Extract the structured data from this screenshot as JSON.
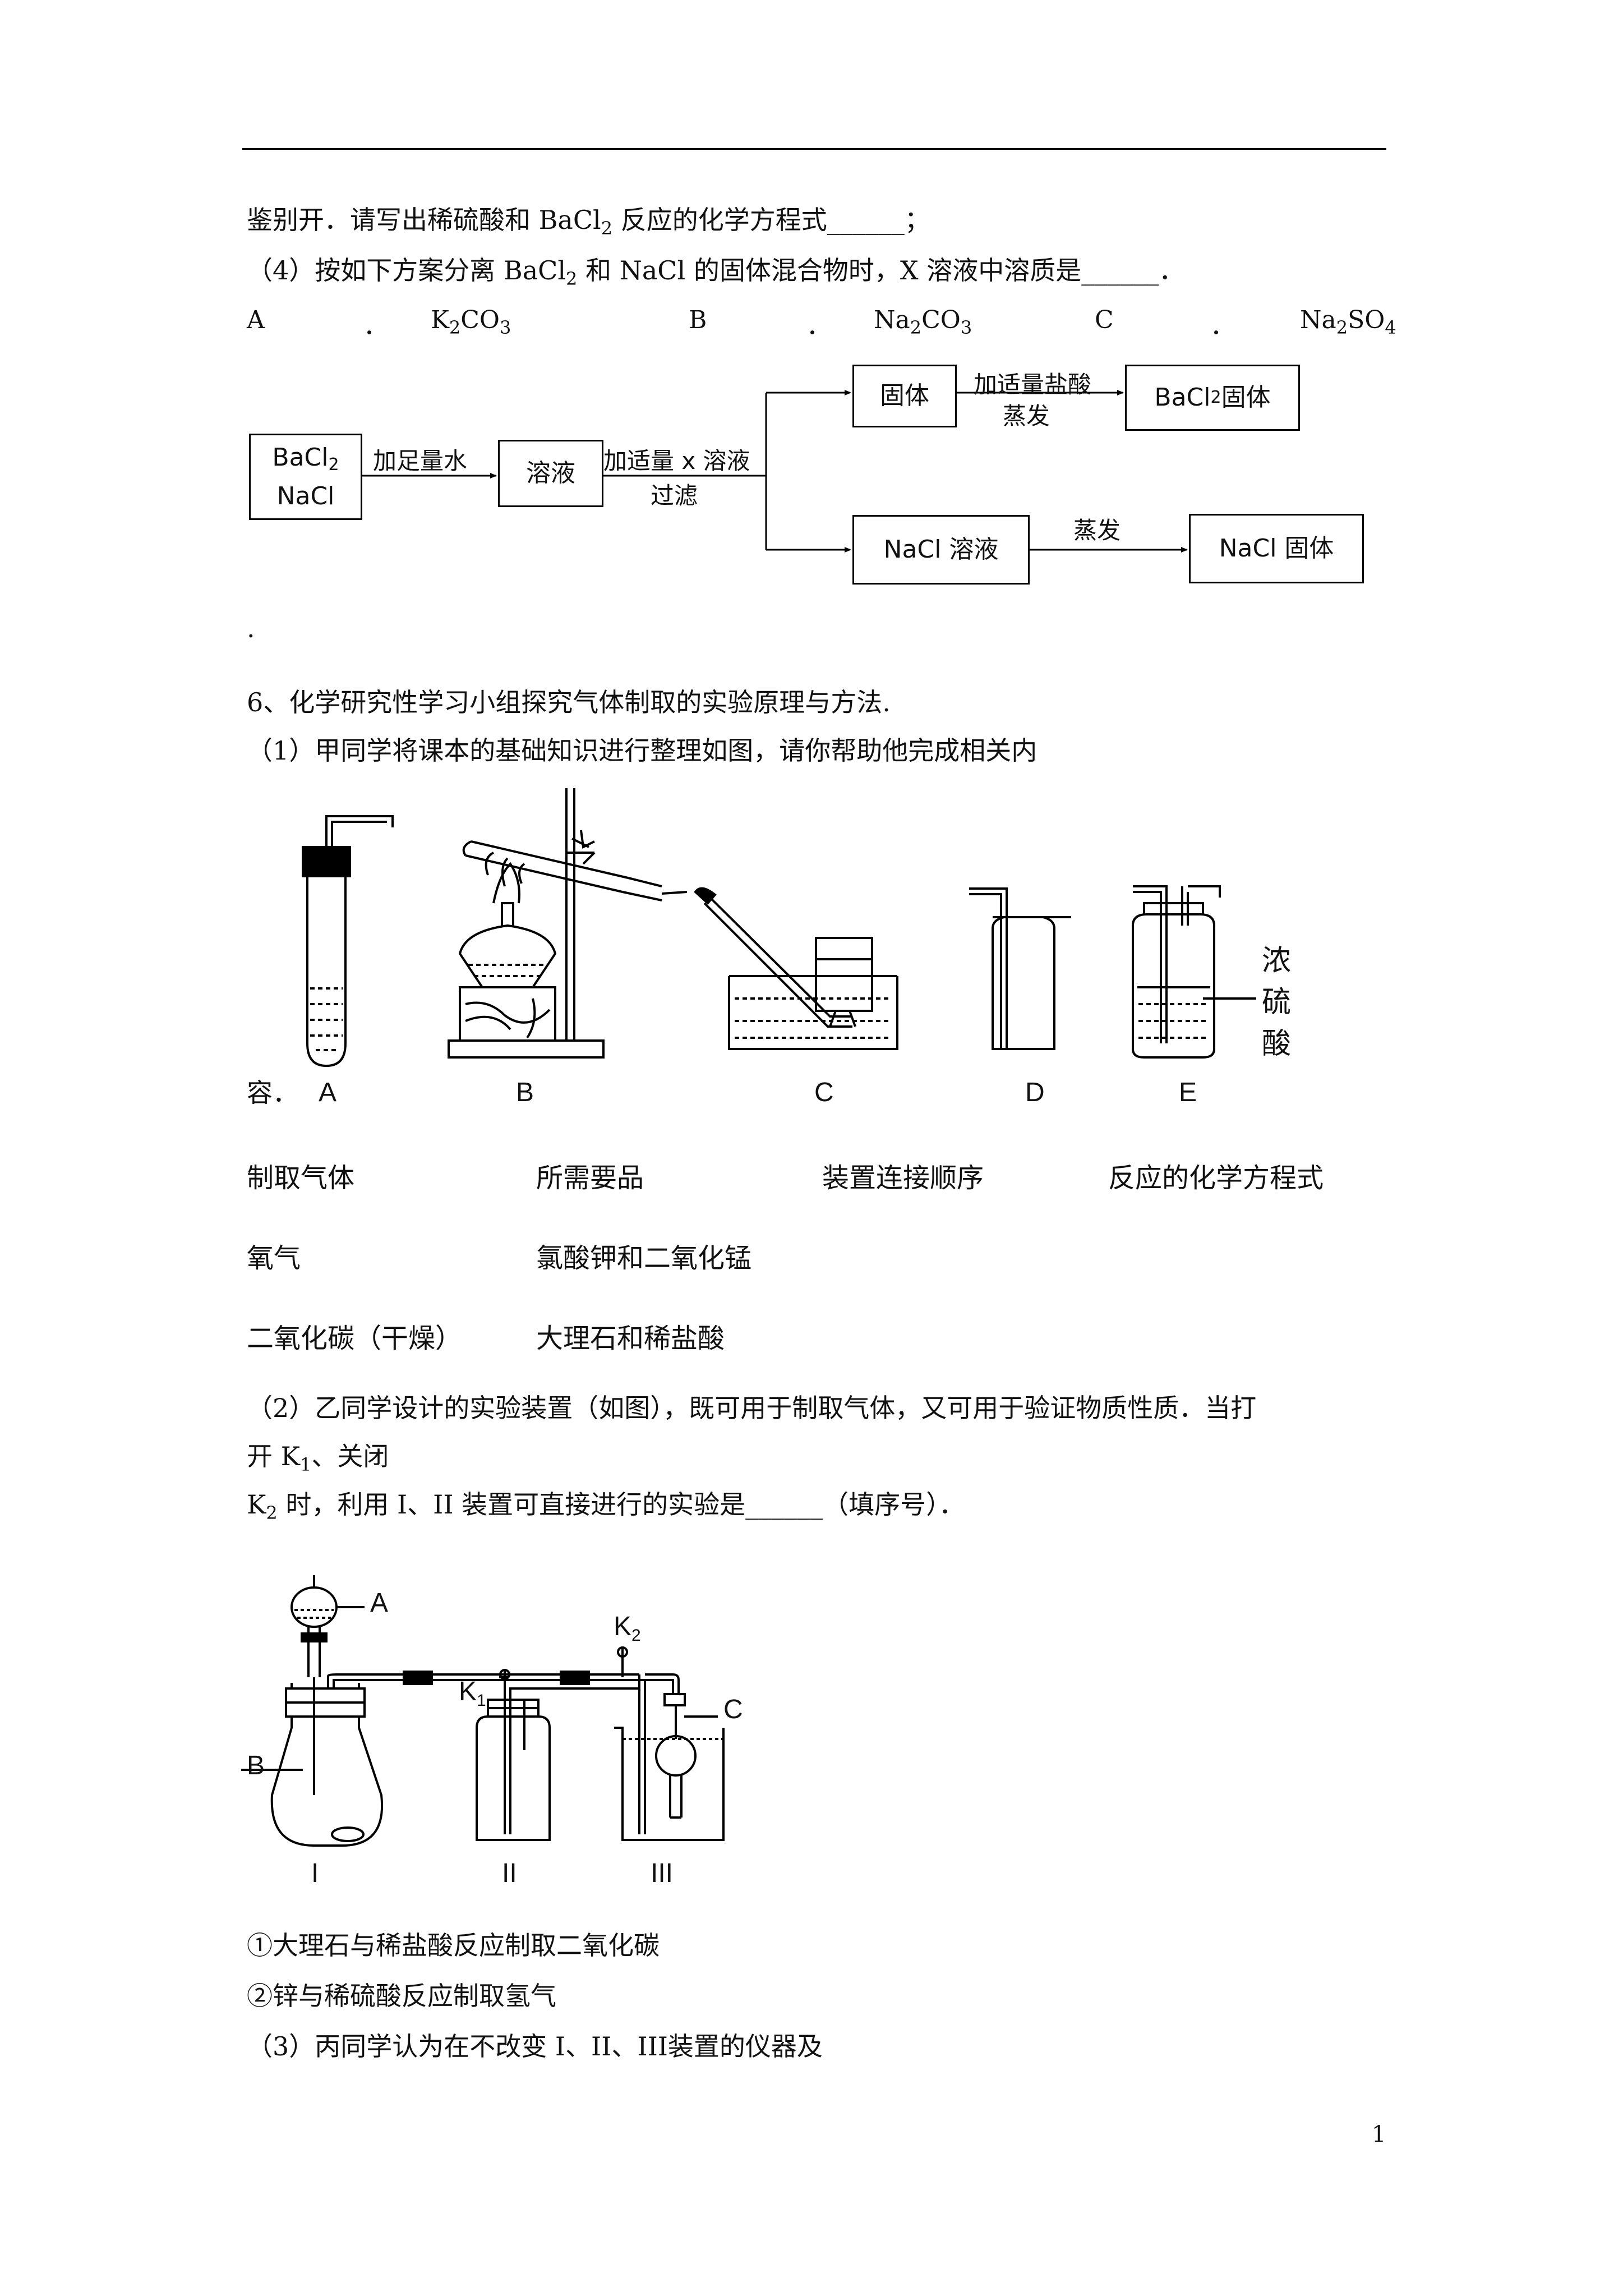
{
  "line1": {
    "pre": "鉴别开．请写出稀硫酸和 BaCl",
    "sub": "2",
    "post": " 反应的化学方程式______；"
  },
  "line2": {
    "pre": "（4）按如下方案分离 BaCl",
    "sub": "2",
    "post": " 和 NaCl 的固体混合物时，X 溶液中溶质是______．"
  },
  "options": {
    "a_letter": "A",
    "a_dot": "．",
    "a_formula": "K",
    "a_sub1": "2",
    "a_formula2": "CO",
    "a_sub2": "3",
    "b_letter": "B",
    "b_dot": "．",
    "b_formula": "Na",
    "b_sub1": "2",
    "b_formula2": "CO",
    "b_sub2": "3",
    "c_letter": "C",
    "c_dot": "．",
    "c_formula": "Na",
    "c_sub1": "2",
    "c_formula2": "SO",
    "c_sub2": "4"
  },
  "flow": {
    "start_line1": "BaCl",
    "start_sub": "2",
    "start_line2": "NaCl",
    "step1": "加足量水",
    "solution": "溶液",
    "step2_line1": "加适量 x 溶液",
    "step2_line2": "过滤",
    "solid": "固体",
    "step3_line1": "加适量盐酸",
    "step3_line2": "蒸发",
    "bacl2_solid_pre": "BaCl",
    "bacl2_solid_sub": "2",
    "bacl2_solid_post": " 固体",
    "nacl_solution": "NaCl 溶液",
    "step4": "蒸发",
    "nacl_solid": "NaCl 固体"
  },
  "period_line": ".",
  "q6_title": "6、化学研究性学习小组探究气体制取的实验原理与方法.",
  "q6_1": "（1）甲同学将课本的基础知识进行整理如图，请你帮助他完成相关内",
  "q6_1_cont": "容．",
  "apparatus_labels": [
    "A",
    "B",
    "C",
    "D",
    "E"
  ],
  "e_label": [
    "浓",
    "硫",
    "酸"
  ],
  "table": {
    "headers": [
      "制取气体",
      "所需要品",
      "装置连接顺序",
      "反应的化学方程式"
    ],
    "rows": [
      [
        "氧气",
        "氯酸钾和二氧化锰"
      ],
      [
        "二氧化碳（干燥）",
        "大理石和稀盐酸"
      ]
    ]
  },
  "q6_2_line1": "（2）乙同学设计的实验装置（如图），既可用于制取气体，又可用于验证物质性质．当打",
  "q6_2_line2_pre": "开 K",
  "q6_2_line2_sub": "1",
  "q6_2_line2_post": "、关闭",
  "q6_2_line3_pre": "K",
  "q6_2_line3_sub": "2",
  "q6_2_line3_post": " 时，利用 I、II 装置可直接进行的实验是______（填序号）．",
  "fig2": {
    "label_a": "A",
    "label_b": "B",
    "label_c": "C",
    "k1": "K",
    "k1_sub": "1",
    "k2": "K",
    "k2_sub": "2",
    "roman": [
      "I",
      "II",
      "III"
    ]
  },
  "opt1": "①大理石与稀盐酸反应制取二氧化碳",
  "opt2": "②锌与稀硫酸反应制取氢气",
  "q6_3": "（3）丙同学认为在不改变 I、II、III装置的仪器及",
  "page_number": "1"
}
